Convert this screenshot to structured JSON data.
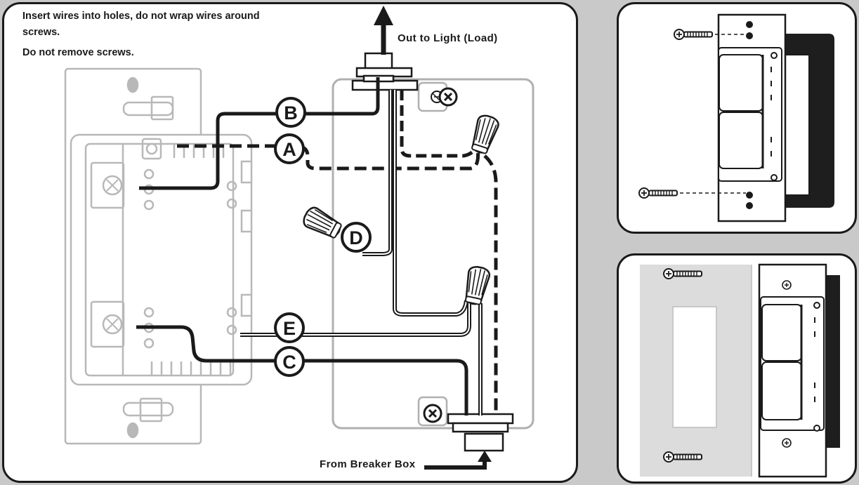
{
  "instructions": {
    "line1": "Insert wires into holes, do not wrap wires around",
    "line2": "screws.",
    "line3": "Do not remove screws."
  },
  "callouts": {
    "out_to_light": "Out to Light (Load)",
    "from_breaker": "From Breaker Box"
  },
  "wire_labels": {
    "a": "A",
    "b": "B",
    "c": "C",
    "d": "D",
    "e": "E"
  },
  "colors": {
    "background": "#c9c9c9",
    "panel": "#ffffff",
    "outline": "#1a1a1a",
    "device_gray": "#b5b5b5",
    "dark_backing": "#1e1e1e",
    "wallplate_gray": "#dcdcdc"
  },
  "icons": [
    "screw-icon",
    "wire-nut-icon",
    "ground-screw-icon",
    "arrow-up-icon",
    "arrow-right-icon"
  ]
}
